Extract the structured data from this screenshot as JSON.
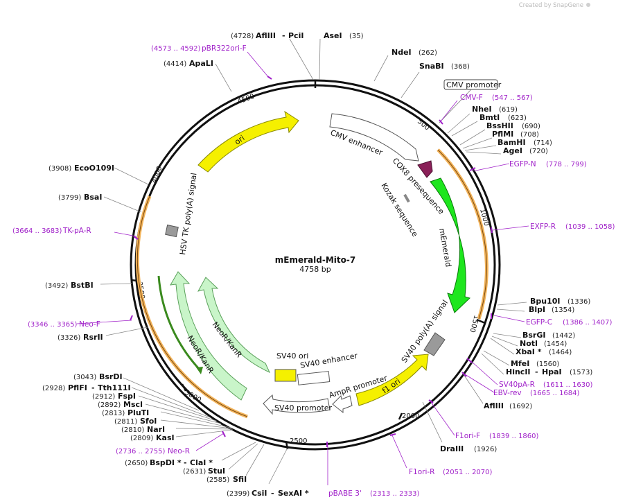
{
  "credit": "Created by SnapGene",
  "plasmid": {
    "name": "mEmerald-Mito-7",
    "size": "4758 bp"
  },
  "ticks": [
    "500",
    "1000",
    "1500",
    "2000",
    "2500",
    "3000",
    "3500",
    "4000",
    "4500"
  ],
  "features": {
    "cmv_enhancer": "CMV enhancer",
    "cox8": "COX8 presequence",
    "kozak": "Kozak sequence",
    "memerald": "mEmerald",
    "sv40pa": "SV40 poly(A) signal",
    "f1ori": "f1 ori",
    "ampr_promoter": "AmpR promoter",
    "sv40_promoter": "SV40 promoter",
    "sv40_ori": "SV40 ori",
    "sv40_enhancer": "SV40 enhancer",
    "neor1": "NeoR/KanR",
    "neor2": "NeoR/KanR",
    "hsv_tk": "HSV TK poly(A) signal",
    "ori": "ori",
    "cmv_promoter_box": "CMV promoter"
  },
  "enzymes": {
    "afliii_pcii": {
      "pos": "(4728)",
      "name": "AflIII",
      "name2": "PciI"
    },
    "asei": {
      "name": "AseI",
      "pos": "(35)"
    },
    "ndei": {
      "name": "NdeI",
      "pos": "(262)"
    },
    "snabi": {
      "name": "SnaBI",
      "pos": "(368)"
    },
    "nhei": {
      "name": "NheI",
      "pos": "(619)"
    },
    "bmti": {
      "name": "BmtI",
      "pos": "(623)"
    },
    "bsshii": {
      "name": "BssHII",
      "pos": "(690)"
    },
    "pflmi": {
      "name": "PflMI",
      "pos": "(708)"
    },
    "bamhi": {
      "name": "BamHI",
      "pos": "(714)"
    },
    "agei": {
      "name": "AgeI",
      "pos": "(720)"
    },
    "bpu10i": {
      "name": "Bpu10I",
      "pos": "(1336)"
    },
    "blpi": {
      "name": "BlpI",
      "pos": "(1354)"
    },
    "bsrgi": {
      "name": "BsrGI",
      "pos": "(1442)"
    },
    "noti": {
      "name": "NotI",
      "pos": "(1454)"
    },
    "xbai": {
      "name": "XbaI *",
      "pos": "(1464)"
    },
    "mfei": {
      "name": "MfeI",
      "pos": "(1560)"
    },
    "hincii_hpai": {
      "name": "HincII",
      "name2": "HpaI",
      "pos": "(1573)"
    },
    "afliii": {
      "name": "AflIII",
      "pos": "(1692)"
    },
    "draiii": {
      "name": "DraIII",
      "pos": "(1926)"
    },
    "csii_sexai": {
      "pos": "(2399)",
      "name": "CsiI",
      "name2": "SexAI *"
    },
    "sfii": {
      "pos": "(2585)",
      "name": "SfiI"
    },
    "stui": {
      "pos": "(2631)",
      "name": "StuI"
    },
    "bspdi_clai": {
      "pos": "(2650)",
      "name": "BspDI *",
      "name2": "ClaI *"
    },
    "kasi": {
      "pos": "(2809)",
      "name": "KasI"
    },
    "nari": {
      "pos": "(2810)",
      "name": "NarI"
    },
    "sfoi": {
      "pos": "(2811)",
      "name": "SfoI"
    },
    "pluti": {
      "pos": "(2813)",
      "name": "PluTI"
    },
    "msci": {
      "pos": "(2892)",
      "name": "MscI"
    },
    "fspi": {
      "pos": "(2912)",
      "name": "FspI"
    },
    "pflfi": {
      "pos": "(2928)",
      "name": "PflFI",
      "name2": "Tth111I"
    },
    "bsrdi": {
      "pos": "(3043)",
      "name": "BsrDI"
    },
    "rsrii": {
      "pos": "(3326)",
      "name": "RsrII"
    },
    "bstbi": {
      "pos": "(3492)",
      "name": "BstBI"
    },
    "bsai": {
      "pos": "(3799)",
      "name": "BsaI"
    },
    "ecoo109i": {
      "pos": "(3908)",
      "name": "EcoO109I"
    },
    "apali": {
      "pos": "(4414)",
      "name": "ApaLI"
    }
  },
  "primers": {
    "pbr322": {
      "range": "(4573 .. 4592)",
      "name": "pBR322ori-F"
    },
    "cmvf": {
      "name": "CMV-F",
      "range": "(547 .. 567)"
    },
    "egfpn": {
      "name": "EGFP-N",
      "range": "(778 .. 799)"
    },
    "exfpr": {
      "name": "EXFP-R",
      "range": "(1039 .. 1058)"
    },
    "egfpc": {
      "name": "EGFP-C",
      "range": "(1386 .. 1407)"
    },
    "sv40par": {
      "name": "SV40pA-R",
      "range": "(1611 .. 1630)"
    },
    "ebvrev": {
      "name": "EBV-rev",
      "range": "(1665 .. 1684)"
    },
    "f1orif": {
      "name": "F1ori-F",
      "range": "(1839 .. 1860)"
    },
    "f1orir": {
      "name": "F1ori-R",
      "range": "(2051 .. 2070)"
    },
    "pbabe": {
      "name": "pBABE 3'",
      "range": "(2313 .. 2333)"
    },
    "neor": {
      "range": "(2736 .. 2755)",
      "name": "Neo-R"
    },
    "neof": {
      "range": "(3346 .. 3365)",
      "name": "Neo-F"
    },
    "tkpar": {
      "range": "(3664 .. 3683)",
      "name": "TK-pA-R"
    }
  },
  "colors": {
    "ori": "#f5f000",
    "memerald": "#1ee61e",
    "cox8": "#8a2058",
    "neo": "#c9f5c9",
    "orange": "#f2b35a",
    "primer": "#a021c9",
    "sv40pa": "#9a9a9a"
  }
}
